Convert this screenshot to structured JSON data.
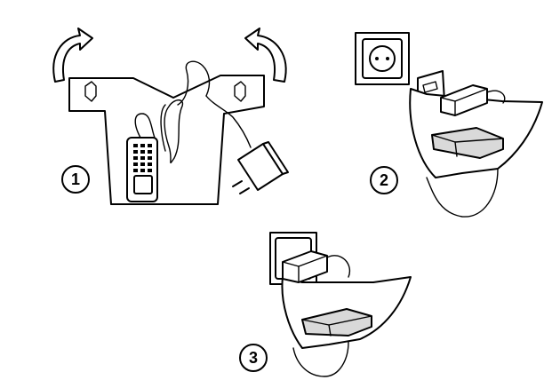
{
  "steps": [
    {
      "number": "1"
    },
    {
      "number": "2"
    },
    {
      "number": "3"
    }
  ],
  "colors": {
    "line": "#000000",
    "fill": "#ffffff",
    "shade": "#d9d9d9"
  },
  "icons": [
    "rotate-arrow-icon",
    "wall-socket-icon",
    "plug-adapter-icon",
    "phone-handset-icon"
  ]
}
